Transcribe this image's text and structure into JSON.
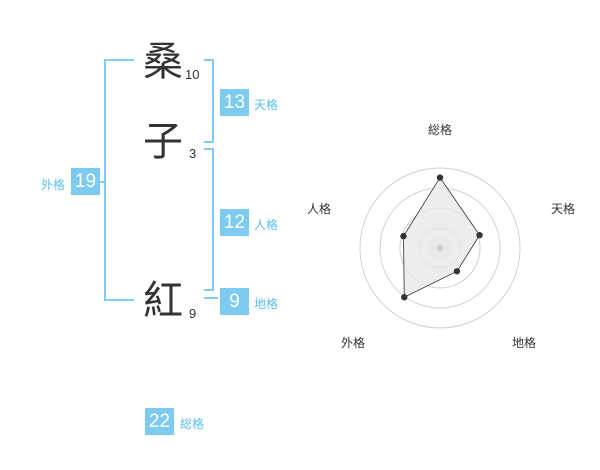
{
  "name": {
    "chars": [
      {
        "char": "桑",
        "strokes": "10"
      },
      {
        "char": "子",
        "strokes": "3"
      },
      {
        "char": "紅",
        "strokes": "9"
      }
    ]
  },
  "kakusu": {
    "tenkaku": {
      "value": "13",
      "label": "天格"
    },
    "jinkaku": {
      "value": "12",
      "label": "人格"
    },
    "chikaku": {
      "value": "9",
      "label": "地格"
    },
    "gaikaku": {
      "value": "19",
      "label": "外格"
    },
    "soukaku": {
      "value": "22",
      "label": "総格"
    }
  },
  "chart_data": {
    "type": "radar",
    "axes": [
      "総格",
      "天格",
      "地格",
      "外格",
      "人格"
    ],
    "values": [
      22,
      13,
      9,
      19,
      12
    ],
    "ring_count": 4,
    "colors": {
      "fill": "#e8e8e8",
      "line": "#333333",
      "ring": "#d0d0d0"
    }
  }
}
